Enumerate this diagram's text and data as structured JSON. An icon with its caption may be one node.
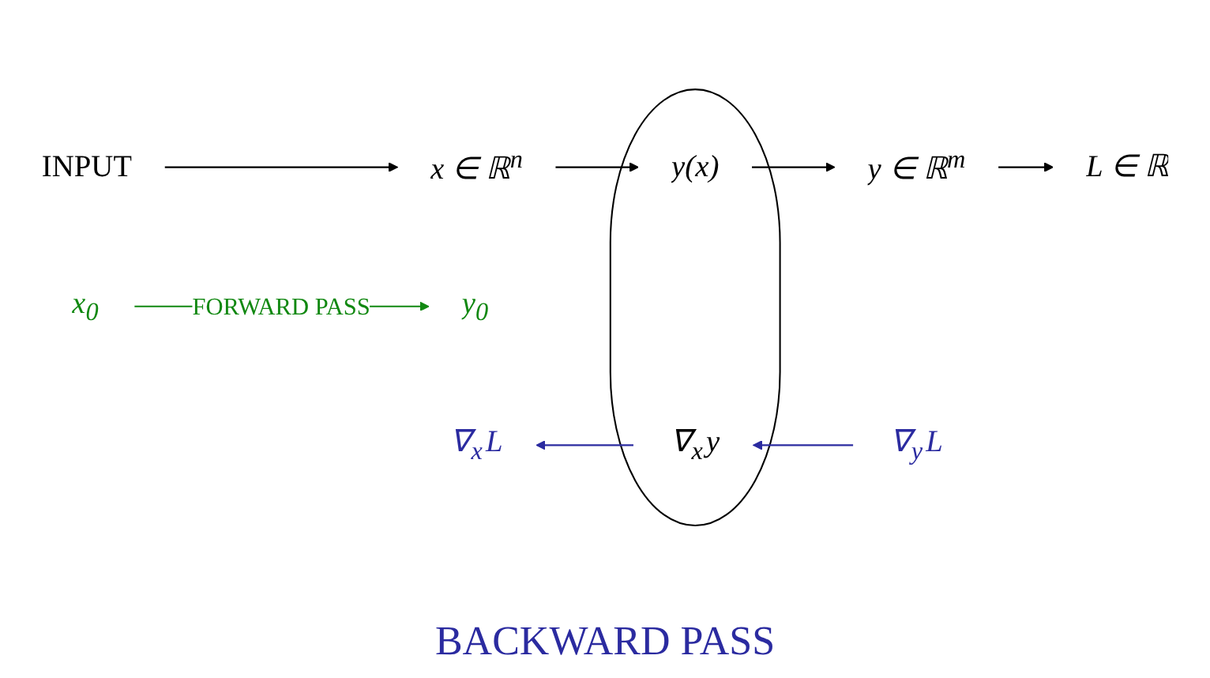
{
  "diagram": {
    "nodes": [
      {
        "text": [
          "INPUT"
        ]
      },
      {
        "text": [
          "x ∈ ℝ$^{n}$"
        ]
      },
      {
        "text": [],
        "shape": "ellipse"
      },
      {
        "text": [
          "y(x)"
        ],
        "in": 2
      },
      {
        "text": [
          "y ∈ ℝ$^{m}$"
        ]
      },
      {
        "text": [
          "L ∈ ℝ"
        ]
      },
      {
        "text": [
          "x$_{0}$"
        ]
      },
      {
        "text": [
          "y$_{0}$"
        ]
      },
      {
        "text": [
          "∇$_{x}$L"
        ]
      },
      {
        "text": [
          "∇$_{x}$y"
        ],
        "in": 2
      },
      {
        "text": [
          "∇$_{y}$L"
        ]
      }
    ],
    "edges": [
      {
        "from": 0,
        "to": 1,
        "arrow": "to"
      },
      {
        "from": 1,
        "to": 3,
        "arrow": "to"
      },
      {
        "from": 3,
        "to": 4,
        "arrow": "to"
      },
      {
        "from": 4,
        "to": 5,
        "arrow": "to"
      },
      {
        "from": 6,
        "to": 7,
        "arrow": "to",
        "label": "FORWARD PASS",
        "color": "#118811"
      },
      {
        "from": 10,
        "to": 9,
        "arrow": "to",
        "color": "#2b2ba0"
      },
      {
        "from": 9,
        "to": 8,
        "arrow": "to",
        "color": "#2b2ba0"
      }
    ],
    "labels": [
      "BACKWARD PASS"
    ]
  }
}
